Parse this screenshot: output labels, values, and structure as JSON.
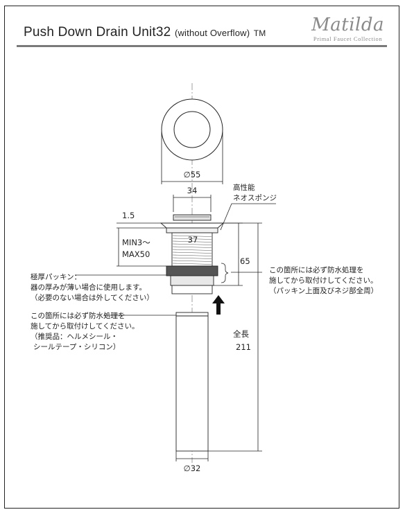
{
  "header": {
    "title": "Push Down Drain Unit32",
    "subtitle": "(without Overflow)",
    "trademark": "TM",
    "brand_name": "Matilda",
    "brand_tagline": "Primal Faucet Collection"
  },
  "dimensions": {
    "cap_diameter": "∅55",
    "cap_inner": "34",
    "flange_thickness": "1.5",
    "body_width": "37",
    "thickness_range_1": "MIN3〜",
    "thickness_range_2": "MAX50",
    "upper_height": "65",
    "total_length_label": "全長",
    "total_length": "211",
    "pipe_diameter": "∅32"
  },
  "notes": {
    "sponge_1": "高性能",
    "sponge_2": "ネオスポンジ",
    "packing_1": "極厚パッキン：",
    "packing_2": "器の厚みが薄い場合に使用します。",
    "packing_3": "（必要のない場合は外してください）",
    "waterproof_upper_1": "この箇所には必ず防水処理を",
    "waterproof_upper_2": "施してから取付けしてください。",
    "waterproof_upper_3": "（パッキン上面及びネジ部全周）",
    "waterproof_lower_1": "この箇所には必ず防水処理を",
    "waterproof_lower_2": "施してから取付けしてください。",
    "waterproof_lower_3": "（推奨品：ヘルメシール・",
    "waterproof_lower_4": "シールテープ・シリコン）"
  },
  "colors": {
    "line": "#222222",
    "rule": "#7a7a7a",
    "brand": "#8a8a8a",
    "packing": "#555555"
  }
}
